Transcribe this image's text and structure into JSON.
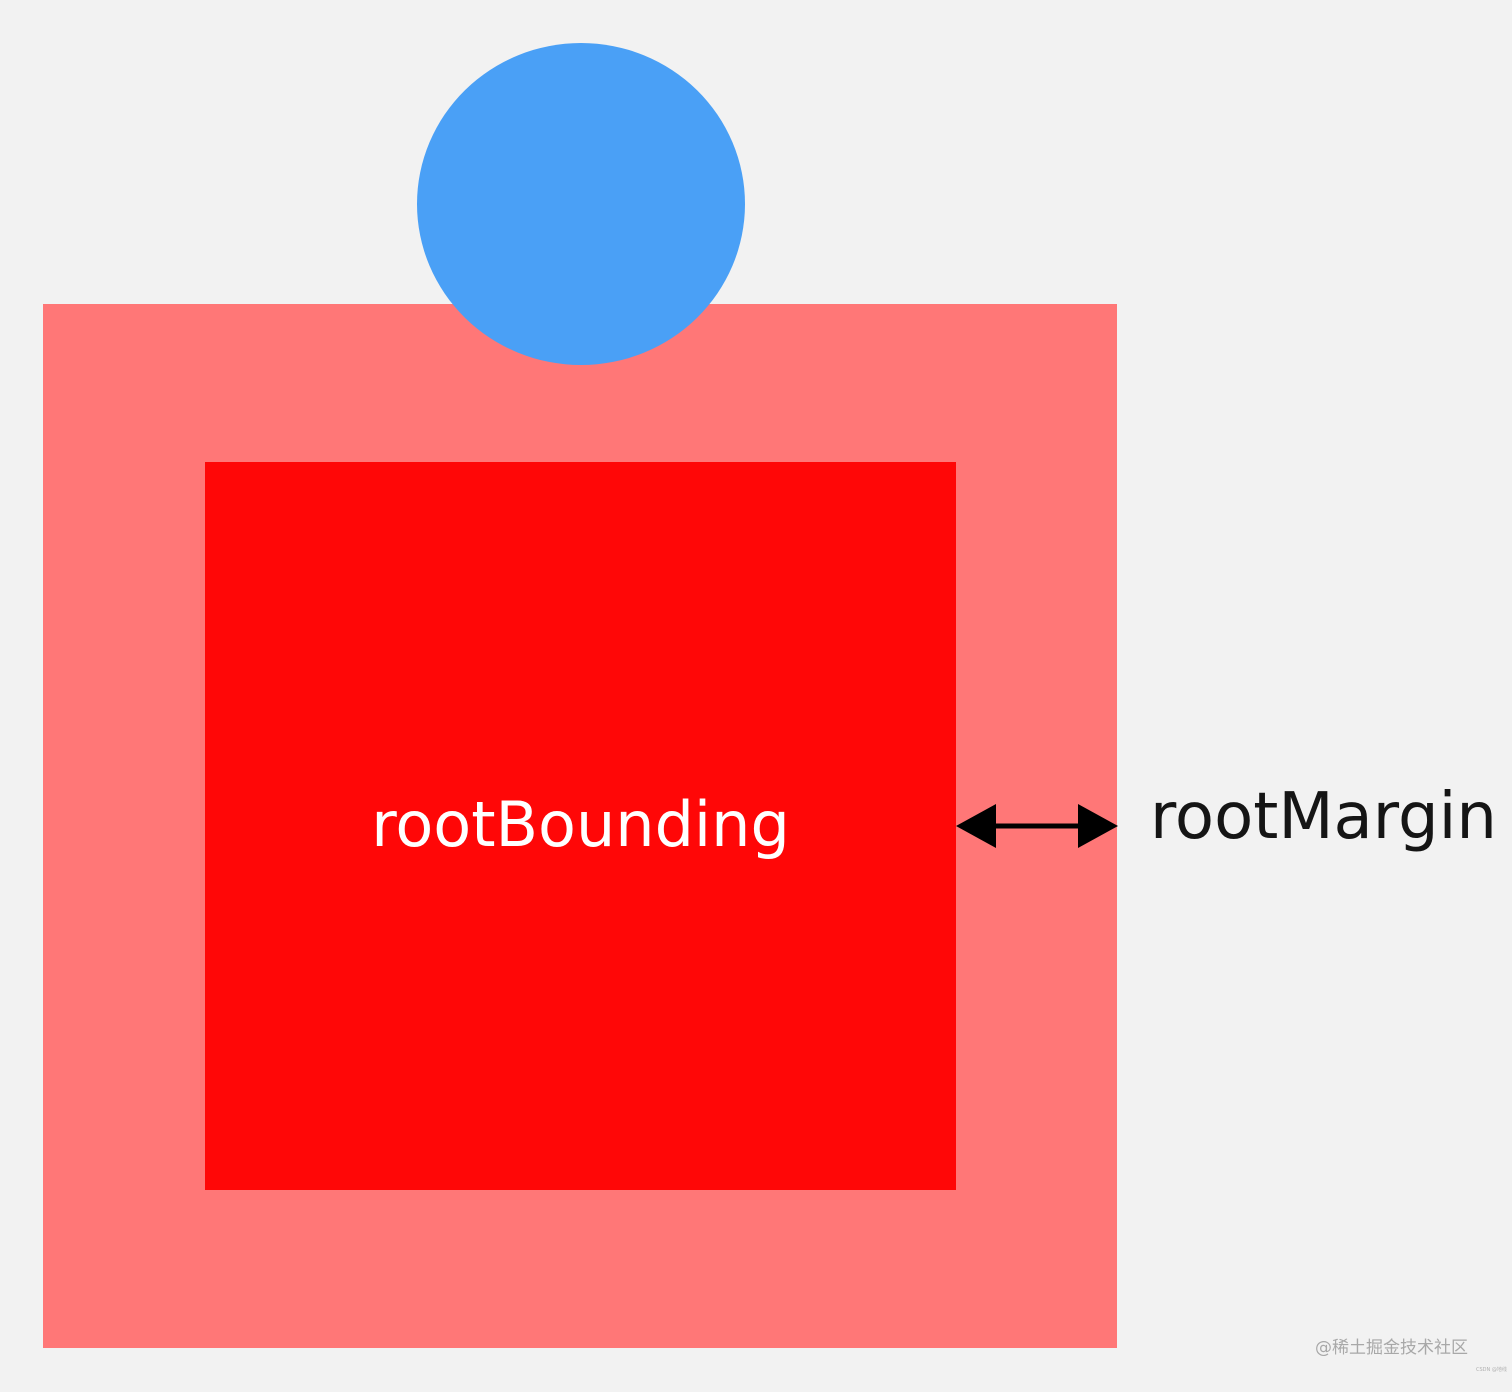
{
  "diagram": {
    "inner_label": "rootBounding",
    "margin_label": "rootMargin"
  },
  "watermark": {
    "text": "@稀土掘金技术社区",
    "small_text": "CSDN @地线"
  },
  "colors": {
    "background": "#f2f2f2",
    "outer_box": "#ff7777",
    "inner_box": "#ff0707",
    "circle": "#4aa0f6",
    "arrow": "#000000",
    "inner_label_text": "#ffffff",
    "margin_label_text": "#151515"
  }
}
